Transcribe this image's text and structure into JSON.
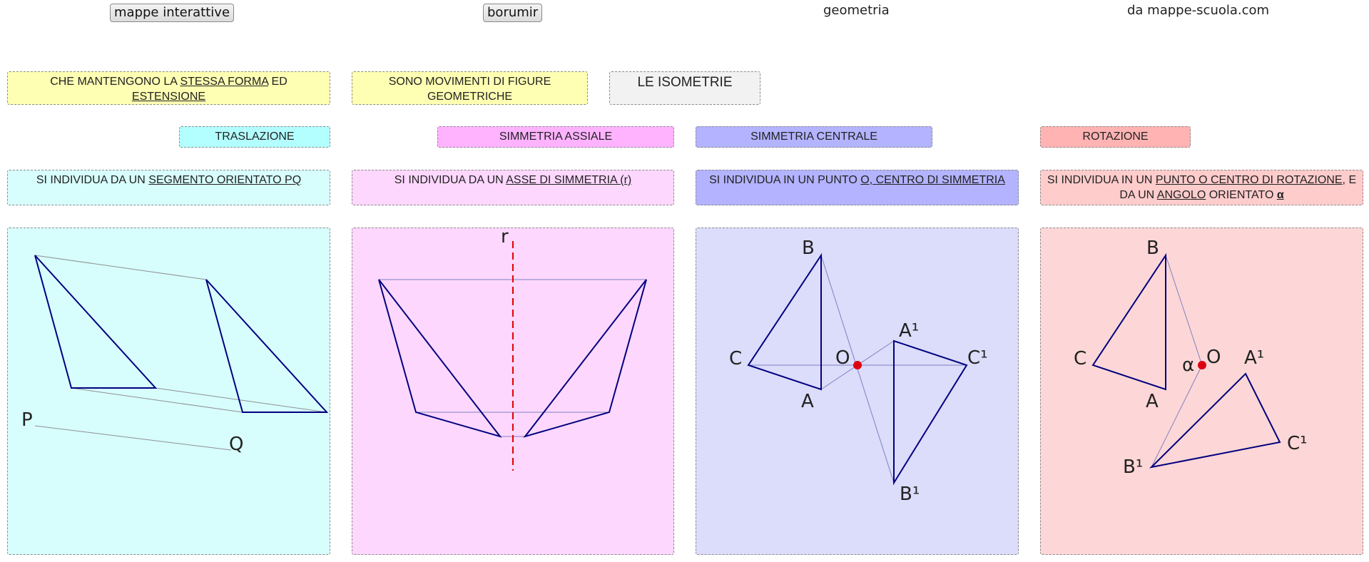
{
  "header": {
    "btn_mappe": "mappe interattive",
    "btn_borumir": "borumir",
    "subject": "geometria",
    "source": "da mappe-scuola.com"
  },
  "intro": {
    "box1": [
      "CHE MANTENGONO LA ",
      "STESSA FORMA",
      " ED ",
      "ESTENSIONE"
    ],
    "box2": "SONO MOVIMENTI DI FIGURE GEOMETRICHE",
    "title": "LE ISOMETRIE"
  },
  "colors": {
    "traslazione": "#b3ffff",
    "traslazione_light": "#d7fdfd",
    "assiale": "#ffb3ff",
    "assiale_light": "#fdd7fd",
    "centrale": "#b3b3ff",
    "centrale_light": "#dcdcfb",
    "rotazione": "#ffb3b3",
    "rotazione_light": "#fdd7d7",
    "yellow": "#ffffb3",
    "grey": "#f2f2f2",
    "figure": "#00007f",
    "guide": "#8080c0",
    "axis": "#e00000",
    "point": "#dd0011"
  },
  "categories": [
    {
      "name": "TRASLAZIONE",
      "desc": [
        "SI INDIVIDUA DA UN ",
        "SEGMENTO ORIENTATO PQ"
      ]
    },
    {
      "name": "SIMMETRIA ASSIALE",
      "desc": [
        "SI INDIVIDUA DA UN ",
        "ASSE DI SIMMETRIA (r)"
      ]
    },
    {
      "name": "SIMMETRIA CENTRALE",
      "desc": [
        "SI INDIVIDUA IN UN PUNTO ",
        "O, CENTRO DI SIMMETRIA"
      ]
    },
    {
      "name": "ROTAZIONE",
      "desc": [
        "SI INDIVIDUA IN UN ",
        "PUNTO O CENTRO DI ROTAZIONE",
        ", E DA UN ",
        "ANGOLO",
        " ORIENTATO ",
        "α"
      ]
    }
  ],
  "labels": {
    "traslazione": {
      "p": "P",
      "q": "Q"
    },
    "assiale": {
      "r": "r"
    },
    "centrale": {
      "b": "B",
      "c": "C",
      "a": "A",
      "o": "O",
      "a1": "A¹",
      "c1": "C¹",
      "b1": "B¹"
    },
    "rotazione": {
      "b": "B",
      "c": "C",
      "a": "A",
      "alpha": "α",
      "o": "O",
      "a1": "A¹",
      "c1": "C¹",
      "b1": "B¹"
    }
  }
}
